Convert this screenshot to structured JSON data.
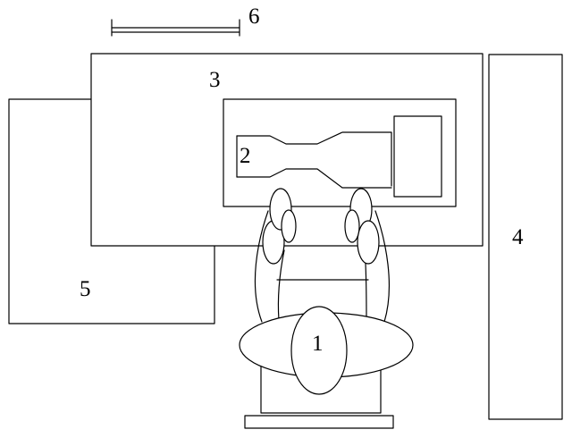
{
  "labels": {
    "operator": "1",
    "workpiece": "2",
    "work_table": "3",
    "right_panel": "4",
    "left_bench": "5",
    "scale_bar": "6"
  }
}
